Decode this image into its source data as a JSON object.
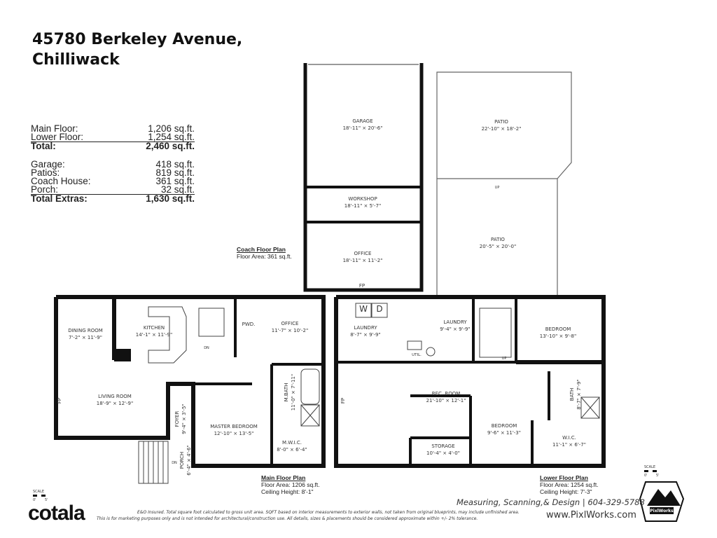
{
  "header": {
    "line1": "45780 Berkeley Avenue,",
    "line2": "Chilliwack"
  },
  "areas": {
    "main_floor": {
      "label": "Main Floor:",
      "value": "1,206 sq.ft."
    },
    "lower_floor": {
      "label": "Lower Floor:",
      "value": "1,254 sq.ft."
    },
    "total": {
      "label": "Total:",
      "value": "2,460 sq.ft."
    },
    "garage": {
      "label": "Garage:",
      "value": "418 sq.ft."
    },
    "patios": {
      "label": "Patios:",
      "value": "819 sq.ft."
    },
    "coach_house": {
      "label": "Coach House:",
      "value": "361 sq.ft."
    },
    "porch": {
      "label": "Porch:",
      "value": "32 sq.ft."
    },
    "total_extras": {
      "label": "Total Extras:",
      "value": "1,630 sq.ft."
    }
  },
  "coach": {
    "title": "Coach Floor Plan",
    "area": "Floor Area: 361 sq.ft.",
    "rooms": [
      {
        "name": "GARAGE",
        "dim": "18'-11\" × 20'-6\""
      },
      {
        "name": "WORKSHOP",
        "dim": "18'-11\" × 5'-7\""
      },
      {
        "name": "OFFICE",
        "dim": "18'-11\" × 11'-2\""
      },
      {
        "name": "PATIO",
        "dim": "22'-10\" × 18'-2\""
      },
      {
        "name": "PATIO",
        "dim": "20'-5\" × 20'-0\""
      }
    ],
    "fp": "FP",
    "up": "UP"
  },
  "main": {
    "title": "Main Floor Plan",
    "area": "Floor Area: 1206 sq.ft.",
    "ceiling": "Ceiling Height: 8'-1\"",
    "rooms": [
      {
        "name": "DINING ROOM",
        "dim": "7'-2\" × 11'-9\""
      },
      {
        "name": "KITCHEN",
        "dim": "14'-1\" × 11'-9\""
      },
      {
        "name": "PWD.",
        "dim": ""
      },
      {
        "name": "OFFICE",
        "dim": "11'-7\" × 10'-2\""
      },
      {
        "name": "LIVING ROOM",
        "dim": "18'-9\" × 12'-9\""
      },
      {
        "name": "FOYER",
        "dim": "9'-4\" × 3'-5\""
      },
      {
        "name": "MASTER BEDROOM",
        "dim": "12'-10\" × 13'-5\""
      },
      {
        "name": "M.BATH",
        "dim": "11'-0\" × 7'-11\""
      },
      {
        "name": "M.W.I.C.",
        "dim": "8'-0\" × 6'-4\""
      },
      {
        "name": "PORCH",
        "dim": "6'-4\" × 4'-6\""
      }
    ],
    "fp": "FP",
    "dn": "DN"
  },
  "lower": {
    "title": "Lower Floor Plan",
    "area": "Floor Area: 1254 sq.ft.",
    "ceiling": "Ceiling Height: 7'-3\"",
    "rooms": [
      {
        "name": "LAUNDRY",
        "dim": "8'-7\" × 9'-9\""
      },
      {
        "name": "LAUNDRY",
        "dim": "9'-4\" × 9'-9\""
      },
      {
        "name": "UTIL.",
        "dim": ""
      },
      {
        "name": "BEDROOM",
        "dim": "13'-10\" × 9'-8\""
      },
      {
        "name": "REC. ROOM",
        "dim": "21'-10\" × 12'-1\""
      },
      {
        "name": "BATH",
        "dim": "8'-7\" × 7'-9\""
      },
      {
        "name": "BEDROOM",
        "dim": "9'-6\" × 11'-3\""
      },
      {
        "name": "STORAGE",
        "dim": "10'-4\" × 4'-0\""
      },
      {
        "name": "W.I.C.",
        "dim": "11'-1\" × 6'-7\""
      }
    ],
    "fp": "FP",
    "up": "UP",
    "washer": "W",
    "dryer": "D"
  },
  "scale": {
    "label": "SCALE",
    "min": "0'",
    "max": "5'"
  },
  "footer": {
    "brand": "cotala",
    "disclaimer1": "E&O Insured.  Total square foot calculated to gross unit area. SQFT based on interior measurements to exterior walls, not taken from original blueprints, may include unfinished area.",
    "disclaimer2": "This is for marketing purposes only and is not intended for architectural/construction use.  All details, sizes & placements should be considered approximate within +/- 2% tolerance.",
    "company": "Measuring, Scanning,& Design | 604-329-5788",
    "website": "www.PixlWorks.com",
    "badge": "PixlWorks"
  }
}
